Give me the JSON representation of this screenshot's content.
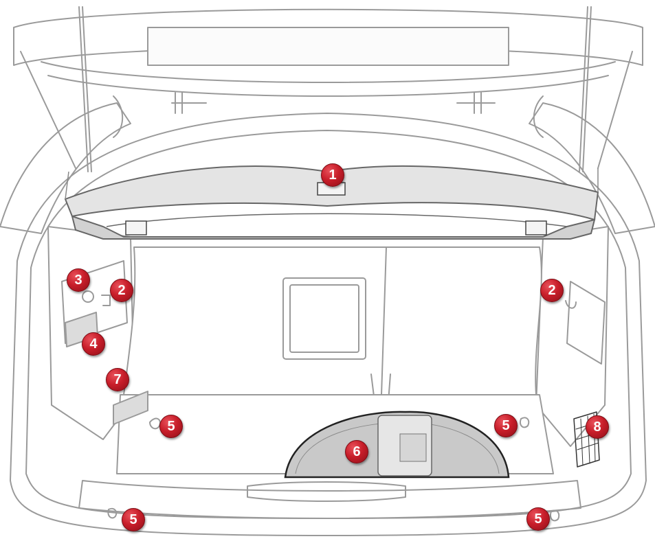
{
  "callouts": [
    {
      "id": "callout-1",
      "label": "1"
    },
    {
      "id": "callout-2-left",
      "label": "2"
    },
    {
      "id": "callout-2-right",
      "label": "2"
    },
    {
      "id": "callout-3",
      "label": "3"
    },
    {
      "id": "callout-4",
      "label": "4"
    },
    {
      "id": "callout-5-floor-left",
      "label": "5"
    },
    {
      "id": "callout-5-floor-right",
      "label": "5"
    },
    {
      "id": "callout-5-sill-left",
      "label": "5"
    },
    {
      "id": "callout-5-sill-right",
      "label": "5"
    },
    {
      "id": "callout-6",
      "label": "6"
    },
    {
      "id": "callout-7",
      "label": "7"
    },
    {
      "id": "callout-8",
      "label": "8"
    }
  ],
  "colors": {
    "line": "#9a9a9a",
    "badge": "#c81e2a",
    "shelf": "#e4e4e4",
    "spare_wheel": "#c9c9c9"
  }
}
